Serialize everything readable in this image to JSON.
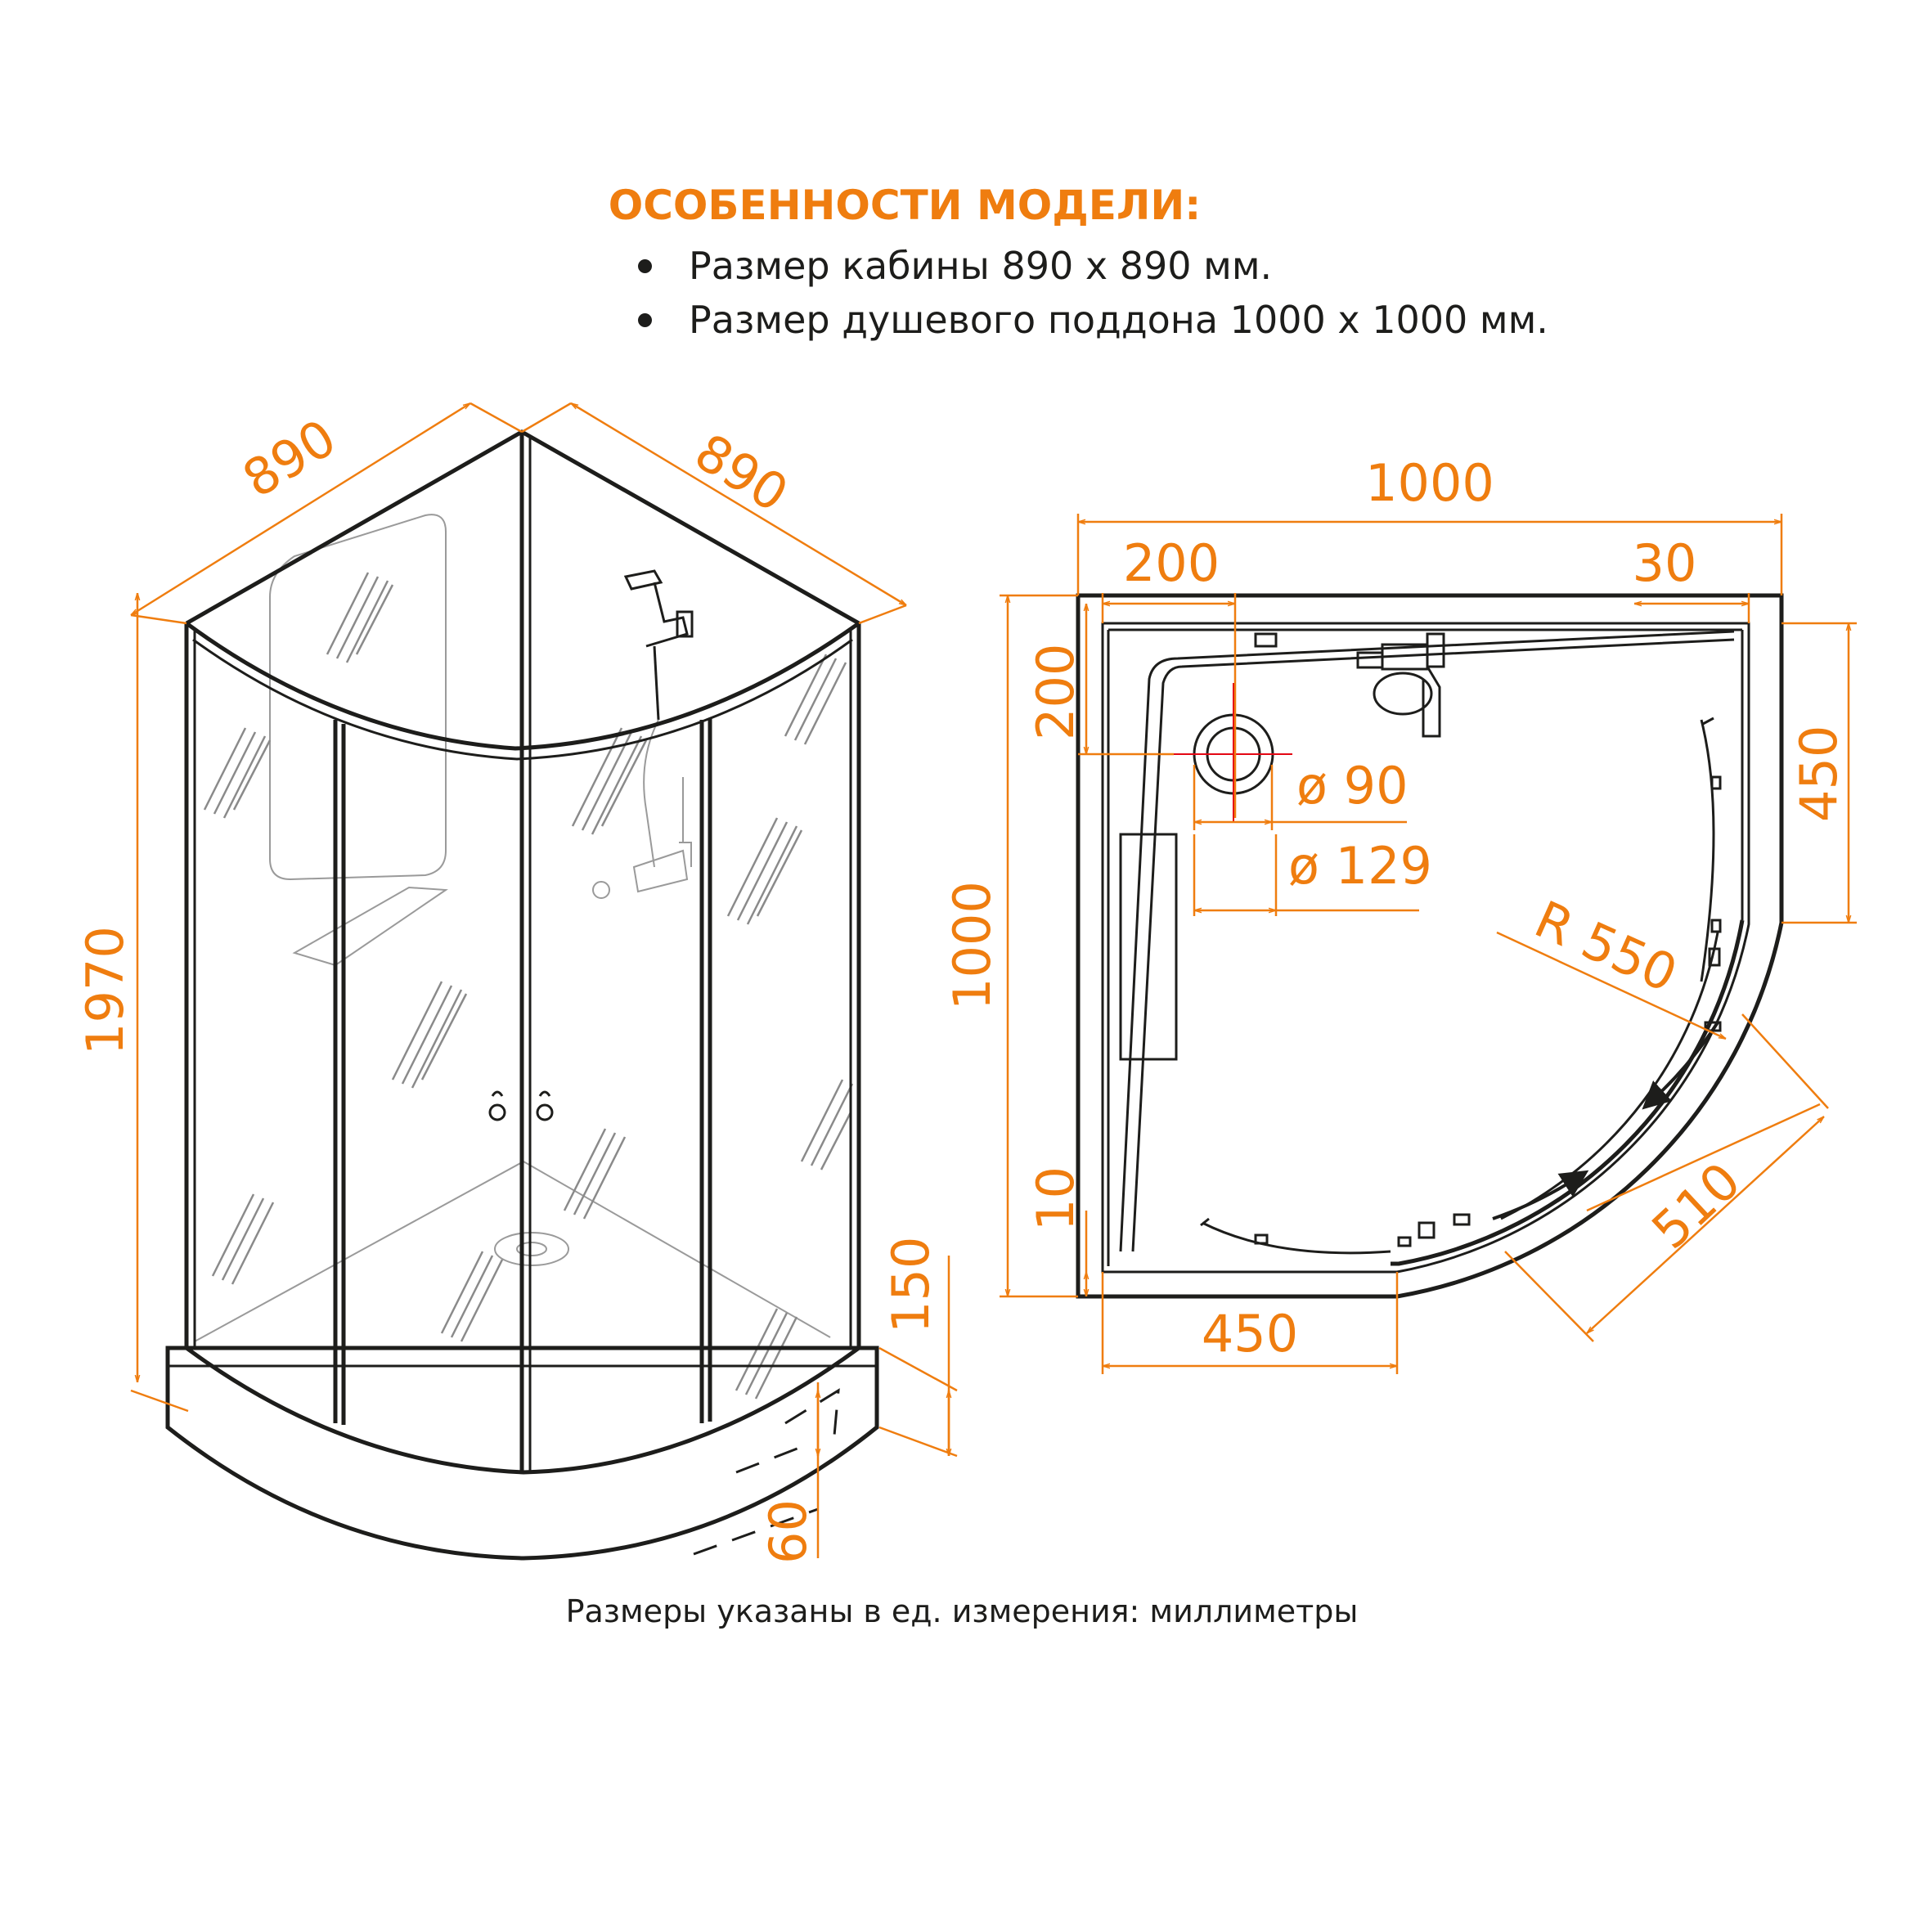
{
  "header": {
    "title": "ОСОБЕННОСТИ МОДЕЛИ:",
    "features": [
      "Размер кабины 890 х 890 мм.",
      "Размер душевого поддона 1000 х 1000 мм."
    ]
  },
  "front_view": {
    "width_left": "890",
    "width_right": "890",
    "height_total": "1970",
    "tray_height": "150",
    "tray_step": "60"
  },
  "plan_view": {
    "tray_width": "1000",
    "offset_top_left": "200",
    "offset_top_right": "30",
    "offset_left_top": "200",
    "tray_depth": "1000",
    "offset_left_bottom": "10",
    "offset_right_top": "450",
    "drain_inner": "ø 90",
    "drain_outer": "ø 129",
    "radius": "R 550",
    "door_width": "510",
    "offset_bottom": "450"
  },
  "footer": {
    "note": "Размеры указаны в ед. измерения: миллиметры"
  },
  "colors": {
    "accent": "#ef7d0f",
    "outline": "#1d1d1b",
    "drain_cross": "#e30613"
  }
}
